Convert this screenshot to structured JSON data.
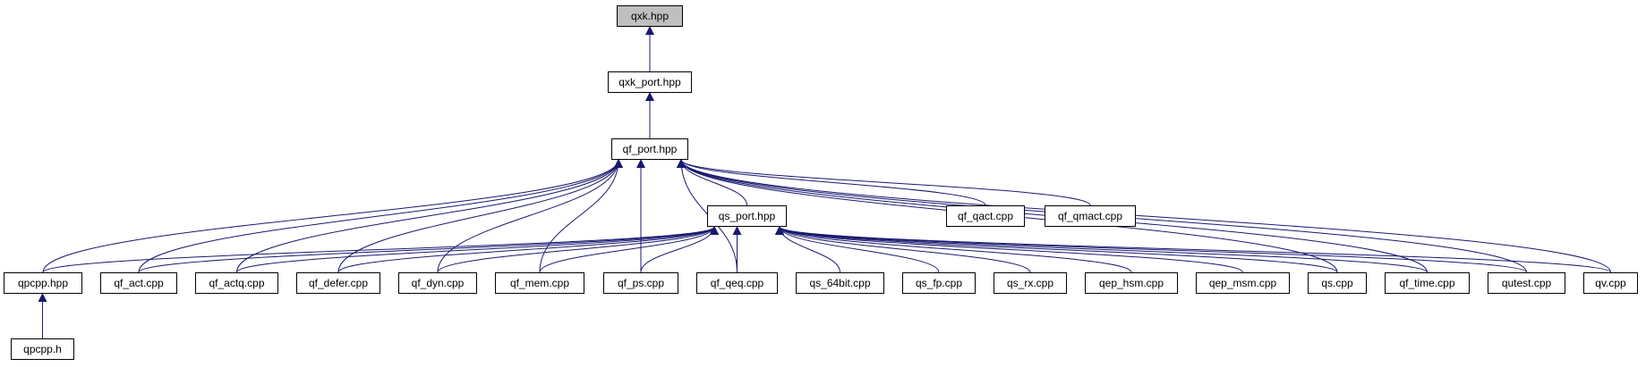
{
  "colors": {
    "edge": "#191970",
    "node_border": "#000000",
    "node_fill": "#ffffff",
    "highlight_fill": "#bfbfbf"
  },
  "nodes": [
    {
      "id": "qxk_hpp",
      "label": "qxk.hpp",
      "highlight": true
    },
    {
      "id": "qxk_port_hpp",
      "label": "qxk_port.hpp"
    },
    {
      "id": "qf_port_hpp",
      "label": "qf_port.hpp"
    },
    {
      "id": "qs_port_hpp",
      "label": "qs_port.hpp"
    },
    {
      "id": "qf_qact_cpp",
      "label": "qf_qact.cpp"
    },
    {
      "id": "qf_qmact_cpp",
      "label": "qf_qmact.cpp"
    },
    {
      "id": "qpcpp_hpp",
      "label": "qpcpp.hpp"
    },
    {
      "id": "qf_act_cpp",
      "label": "qf_act.cpp"
    },
    {
      "id": "qf_actq_cpp",
      "label": "qf_actq.cpp"
    },
    {
      "id": "qf_defer_cpp",
      "label": "qf_defer.cpp"
    },
    {
      "id": "qf_dyn_cpp",
      "label": "qf_dyn.cpp"
    },
    {
      "id": "qf_mem_cpp",
      "label": "qf_mem.cpp"
    },
    {
      "id": "qf_ps_cpp",
      "label": "qf_ps.cpp"
    },
    {
      "id": "qf_qeq_cpp",
      "label": "qf_qeq.cpp"
    },
    {
      "id": "qs_64bit_cpp",
      "label": "qs_64bit.cpp"
    },
    {
      "id": "qs_fp_cpp",
      "label": "qs_fp.cpp"
    },
    {
      "id": "qs_rx_cpp",
      "label": "qs_rx.cpp"
    },
    {
      "id": "qep_hsm_cpp",
      "label": "qep_hsm.cpp"
    },
    {
      "id": "qep_msm_cpp",
      "label": "qep_msm.cpp"
    },
    {
      "id": "qs_cpp",
      "label": "qs.cpp"
    },
    {
      "id": "qf_time_cpp",
      "label": "qf_time.cpp"
    },
    {
      "id": "qutest_cpp",
      "label": "qutest.cpp"
    },
    {
      "id": "qv_cpp",
      "label": "qv.cpp"
    },
    {
      "id": "qpcpp_h",
      "label": "qpcpp.h"
    }
  ],
  "edges": [
    {
      "from": "qxk_port_hpp",
      "to": "qxk_hpp"
    },
    {
      "from": "qf_port_hpp",
      "to": "qxk_port_hpp"
    },
    {
      "from": "qs_port_hpp",
      "to": "qf_port_hpp"
    },
    {
      "from": "qf_qact_cpp",
      "to": "qf_port_hpp"
    },
    {
      "from": "qf_qmact_cpp",
      "to": "qf_port_hpp"
    },
    {
      "from": "qpcpp_hpp",
      "to": "qf_port_hpp"
    },
    {
      "from": "qf_act_cpp",
      "to": "qf_port_hpp"
    },
    {
      "from": "qf_actq_cpp",
      "to": "qf_port_hpp"
    },
    {
      "from": "qf_defer_cpp",
      "to": "qf_port_hpp"
    },
    {
      "from": "qf_dyn_cpp",
      "to": "qf_port_hpp"
    },
    {
      "from": "qf_mem_cpp",
      "to": "qf_port_hpp"
    },
    {
      "from": "qf_ps_cpp",
      "to": "qf_port_hpp"
    },
    {
      "from": "qf_qeq_cpp",
      "to": "qf_port_hpp"
    },
    {
      "from": "qs_cpp",
      "to": "qf_port_hpp"
    },
    {
      "from": "qf_time_cpp",
      "to": "qf_port_hpp"
    },
    {
      "from": "qutest_cpp",
      "to": "qf_port_hpp"
    },
    {
      "from": "qv_cpp",
      "to": "qf_port_hpp"
    },
    {
      "from": "qpcpp_hpp",
      "to": "qs_port_hpp"
    },
    {
      "from": "qf_act_cpp",
      "to": "qs_port_hpp"
    },
    {
      "from": "qf_actq_cpp",
      "to": "qs_port_hpp"
    },
    {
      "from": "qf_defer_cpp",
      "to": "qs_port_hpp"
    },
    {
      "from": "qf_dyn_cpp",
      "to": "qs_port_hpp"
    },
    {
      "from": "qf_mem_cpp",
      "to": "qs_port_hpp"
    },
    {
      "from": "qf_ps_cpp",
      "to": "qs_port_hpp"
    },
    {
      "from": "qf_qeq_cpp",
      "to": "qs_port_hpp"
    },
    {
      "from": "qs_64bit_cpp",
      "to": "qs_port_hpp"
    },
    {
      "from": "qs_fp_cpp",
      "to": "qs_port_hpp"
    },
    {
      "from": "qs_rx_cpp",
      "to": "qs_port_hpp"
    },
    {
      "from": "qep_hsm_cpp",
      "to": "qs_port_hpp"
    },
    {
      "from": "qep_msm_cpp",
      "to": "qs_port_hpp"
    },
    {
      "from": "qs_cpp",
      "to": "qs_port_hpp"
    },
    {
      "from": "qf_time_cpp",
      "to": "qs_port_hpp"
    },
    {
      "from": "qutest_cpp",
      "to": "qs_port_hpp"
    },
    {
      "from": "qv_cpp",
      "to": "qs_port_hpp"
    },
    {
      "from": "qpcpp_h",
      "to": "qpcpp_hpp"
    }
  ]
}
